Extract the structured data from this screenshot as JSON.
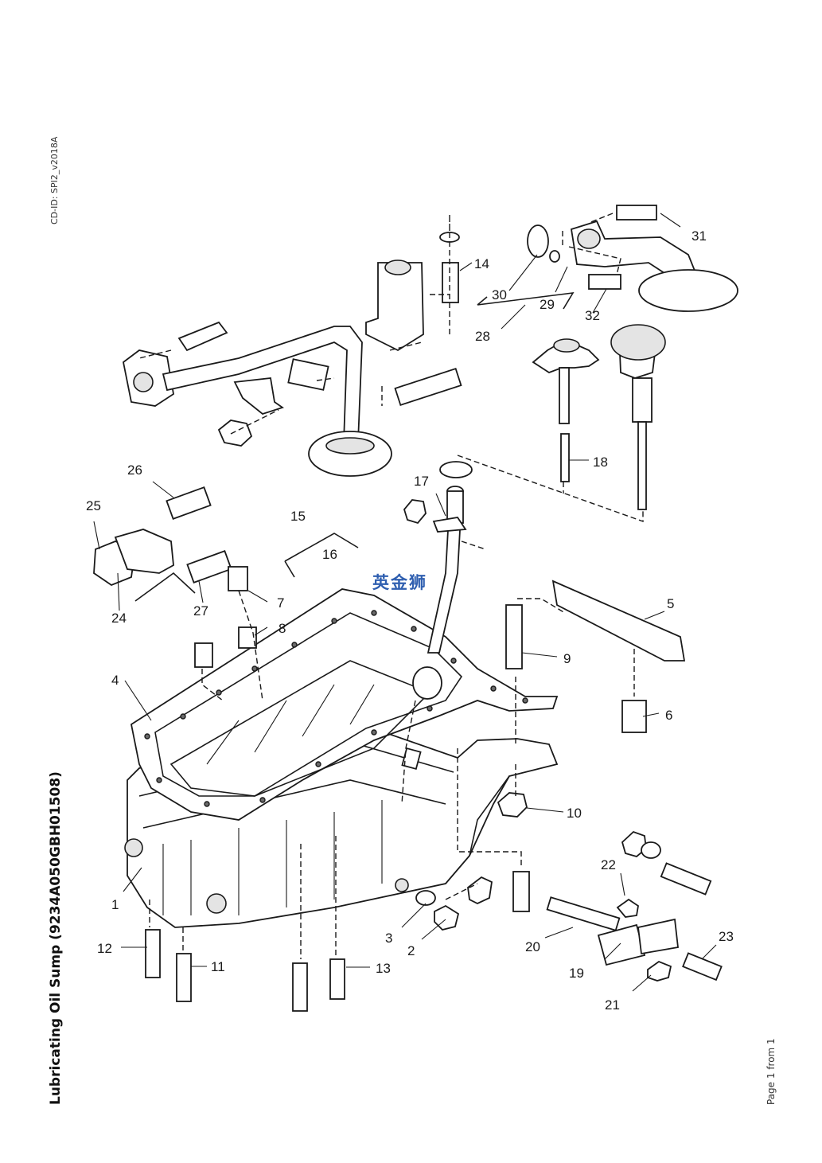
{
  "document": {
    "cd_id": "CD-ID: SPI2_v2018A",
    "title": "Lubricating Oil Sump (9234A050GBH01508)",
    "footer": "Page 1 from 1",
    "watermark": "英金狮"
  },
  "callouts": [
    "1",
    "2",
    "3",
    "4",
    "5",
    "6",
    "7",
    "8",
    "9",
    "10",
    "11",
    "12",
    "13",
    "14",
    "15",
    "16",
    "17",
    "18",
    "19",
    "20",
    "21",
    "22",
    "23",
    "24",
    "25",
    "26",
    "27",
    "28",
    "29",
    "30",
    "31",
    "32"
  ]
}
